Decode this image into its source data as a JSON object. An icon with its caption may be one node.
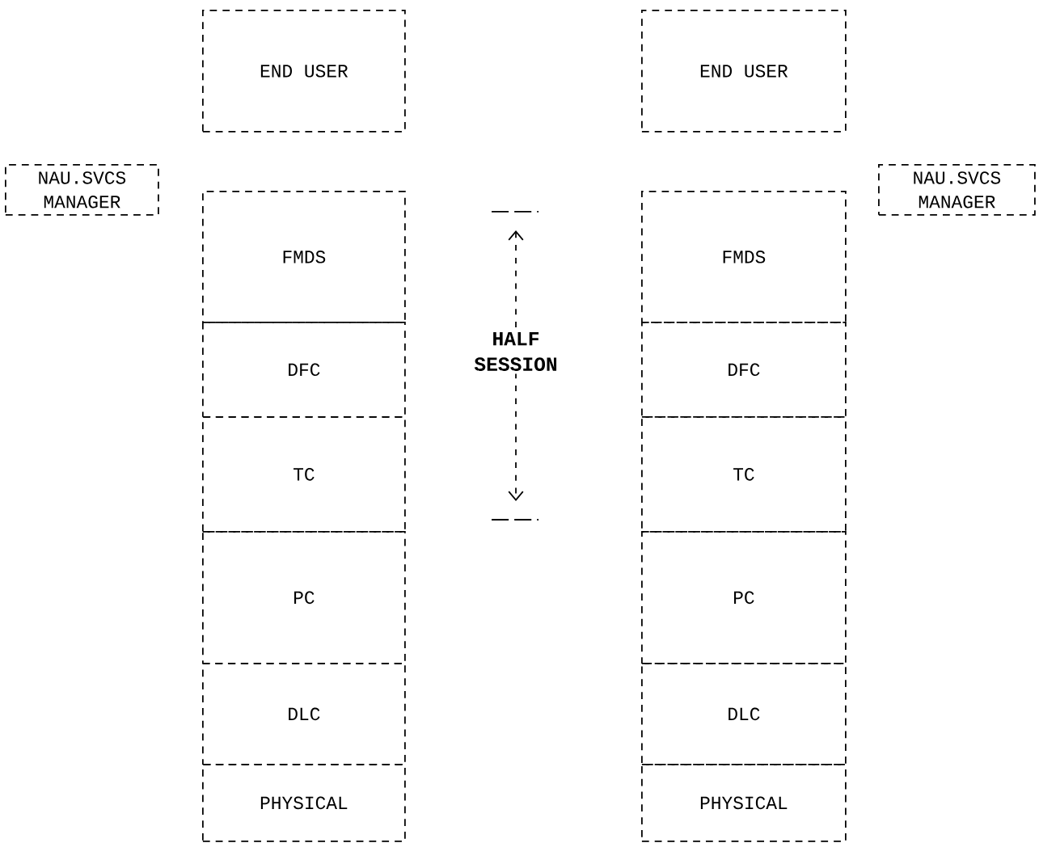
{
  "diagram": {
    "nodes": [
      {
        "text": [
          "END USER"
        ]
      },
      {
        "text": [
          "END USER"
        ]
      },
      {
        "text": [
          "NAU.SVCS MANAGER"
        ]
      },
      {
        "text": [
          "NAU.SVCS MANAGER"
        ]
      },
      {
        "text": [
          "FMDS"
        ]
      },
      {
        "text": [
          "DFC"
        ]
      },
      {
        "text": [
          "TC"
        ]
      },
      {
        "text": [
          "PC"
        ]
      },
      {
        "text": [
          "DLC"
        ]
      },
      {
        "text": [
          "PHYSICAL"
        ]
      },
      {
        "text": [
          "FMDS"
        ]
      },
      {
        "text": [
          "DFC"
        ]
      },
      {
        "text": [
          "TC"
        ]
      },
      {
        "text": [
          "PC"
        ]
      },
      {
        "text": [
          "DLC"
        ]
      },
      {
        "text": [
          "PHYSICAL"
        ]
      }
    ],
    "labels": [
      "HALF SESSION"
    ]
  }
}
